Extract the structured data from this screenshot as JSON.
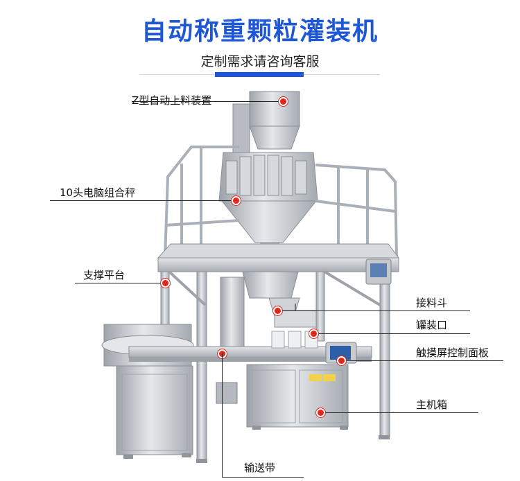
{
  "header": {
    "title": "自动称重颗粒灌装机",
    "subtitle": "定制需求请咨询客服"
  },
  "callouts": [
    {
      "id": "z-feeder",
      "label": "Z型自动上料装置"
    },
    {
      "id": "multihead-weigher",
      "label": "10头电脑组合秤"
    },
    {
      "id": "platform",
      "label": "支撑平台"
    },
    {
      "id": "hopper",
      "label": "接料斗"
    },
    {
      "id": "filling-port",
      "label": "罐装口"
    },
    {
      "id": "touch-panel",
      "label": "触摸屏控制面板"
    },
    {
      "id": "main-cabinet",
      "label": "主机箱"
    },
    {
      "id": "conveyor",
      "label": "输送带"
    }
  ],
  "colors": {
    "title": "#1d56d6",
    "marker": "#e1261c",
    "steel": "#c9ccd1"
  }
}
